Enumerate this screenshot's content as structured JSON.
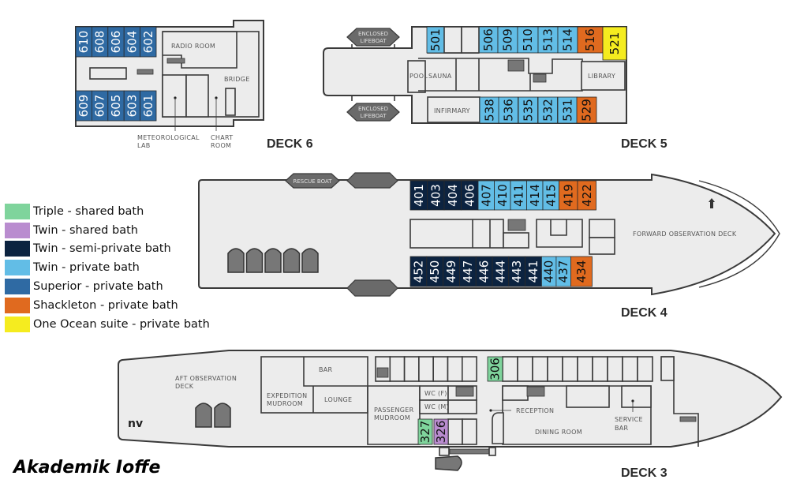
{
  "ship_name": "Akademik Ioffe",
  "categories": {
    "triple_shared": {
      "label": "Triple - shared bath",
      "color": "#7fd49c"
    },
    "twin_shared": {
      "label": "Twin - shared bath",
      "color": "#b98ccf"
    },
    "twin_semi": {
      "label": "Twin - semi-private bath",
      "color": "#0c2340"
    },
    "twin_private": {
      "label": "Twin - private bath",
      "color": "#62bde6"
    },
    "superior": {
      "label": "Superior - private bath",
      "color": "#2f6aa3"
    },
    "shackleton": {
      "label": "Shackleton - private bath",
      "color": "#e06a1f"
    },
    "suite": {
      "label": "One Ocean suite - private bath",
      "color": "#f5ec1f"
    }
  },
  "legend": [
    {
      "key": "triple_shared",
      "label": "Triple - shared bath",
      "color": "#7fd49c"
    },
    {
      "key": "twin_shared",
      "label": "Twin - shared bath",
      "color": "#b98ccf"
    },
    {
      "key": "twin_semi",
      "label": "Twin - semi-private bath",
      "color": "#0c2340"
    },
    {
      "key": "twin_private",
      "label": "Twin - private bath",
      "color": "#62bde6"
    },
    {
      "key": "superior",
      "label": "Superior - private bath",
      "color": "#2f6aa3"
    },
    {
      "key": "shackleton",
      "label": "Shackleton - private bath",
      "color": "#e06a1f"
    },
    {
      "key": "suite",
      "label": "One Ocean suite - private bath",
      "color": "#f5ec1f"
    }
  ],
  "decks": {
    "deck6": {
      "label": "DECK 6",
      "rooms": {
        "radio": "RADIO ROOM",
        "bridge": "BRIDGE",
        "met1": "METEOROLOGICAL",
        "met2": "LAB",
        "chart1": "CHART",
        "chart2": "ROOM"
      },
      "cabins_top": [
        {
          "num": "610",
          "cat": "superior"
        },
        {
          "num": "608",
          "cat": "superior"
        },
        {
          "num": "606",
          "cat": "superior"
        },
        {
          "num": "604",
          "cat": "superior"
        },
        {
          "num": "602",
          "cat": "superior"
        }
      ],
      "cabins_bottom": [
        {
          "num": "609",
          "cat": "superior"
        },
        {
          "num": "607",
          "cat": "superior"
        },
        {
          "num": "605",
          "cat": "superior"
        },
        {
          "num": "603",
          "cat": "superior"
        },
        {
          "num": "601",
          "cat": "superior"
        }
      ]
    },
    "deck5": {
      "label": "DECK 5",
      "rooms": {
        "pool": "POOL",
        "sauna": "SAUNA",
        "infirmary": "INFIRMARY",
        "library": "LIBRARY",
        "lifeboat1": "ENCLOSED",
        "lifeboat2": "LIFEBOAT"
      },
      "cabins_top": [
        {
          "num": "501",
          "cat": "twin_private"
        },
        {
          "num": "506",
          "cat": "twin_private"
        },
        {
          "num": "509",
          "cat": "twin_private"
        },
        {
          "num": "510",
          "cat": "twin_private"
        },
        {
          "num": "513",
          "cat": "twin_private"
        },
        {
          "num": "514",
          "cat": "twin_private"
        },
        {
          "num": "516",
          "cat": "shackleton"
        },
        {
          "num": "521",
          "cat": "suite"
        }
      ],
      "cabins_bottom": [
        {
          "num": "538",
          "cat": "twin_private"
        },
        {
          "num": "536",
          "cat": "twin_private"
        },
        {
          "num": "535",
          "cat": "twin_private"
        },
        {
          "num": "532",
          "cat": "twin_private"
        },
        {
          "num": "531",
          "cat": "twin_private"
        },
        {
          "num": "529",
          "cat": "shackleton"
        }
      ]
    },
    "deck4": {
      "label": "DECK 4",
      "rooms": {
        "rescue": "RESCUE BOAT",
        "forward": "FORWARD OBSERVATION DECK"
      },
      "cabins_top": [
        {
          "num": "401",
          "cat": "twin_semi"
        },
        {
          "num": "403",
          "cat": "twin_semi"
        },
        {
          "num": "404",
          "cat": "twin_semi"
        },
        {
          "num": "406",
          "cat": "twin_semi"
        },
        {
          "num": "407",
          "cat": "twin_private"
        },
        {
          "num": "410",
          "cat": "twin_private"
        },
        {
          "num": "411",
          "cat": "twin_private"
        },
        {
          "num": "414",
          "cat": "twin_private"
        },
        {
          "num": "415",
          "cat": "twin_private"
        },
        {
          "num": "419",
          "cat": "shackleton"
        },
        {
          "num": "422",
          "cat": "shackleton"
        }
      ],
      "cabins_bottom": [
        {
          "num": "452",
          "cat": "twin_semi"
        },
        {
          "num": "450",
          "cat": "twin_semi"
        },
        {
          "num": "449",
          "cat": "twin_semi"
        },
        {
          "num": "447",
          "cat": "twin_semi"
        },
        {
          "num": "446",
          "cat": "twin_semi"
        },
        {
          "num": "444",
          "cat": "twin_semi"
        },
        {
          "num": "443",
          "cat": "twin_semi"
        },
        {
          "num": "441",
          "cat": "twin_semi"
        },
        {
          "num": "440",
          "cat": "twin_private"
        },
        {
          "num": "437",
          "cat": "twin_private"
        },
        {
          "num": "434",
          "cat": "shackleton"
        }
      ]
    },
    "deck3": {
      "label": "DECK 3",
      "rooms": {
        "aft1": "AFT OBSERVATION",
        "aft2": "DECK",
        "bar": "BAR",
        "exp1": "EXPEDITION",
        "exp2": "MUDROOM",
        "lounge": "LOUNGE",
        "pass1": "PASSENGER",
        "pass2": "MUDROOM",
        "wcf": "WC (F)",
        "wcm": "WC (M)",
        "reception": "RECEPTION",
        "dining": "DINING ROOM",
        "service1": "SERVICE",
        "service2": "BAR",
        "logo": "nv"
      },
      "cabins": [
        {
          "num": "306",
          "cat": "triple_shared"
        },
        {
          "num": "327",
          "cat": "triple_shared"
        },
        {
          "num": "326",
          "cat": "twin_shared"
        }
      ]
    }
  }
}
